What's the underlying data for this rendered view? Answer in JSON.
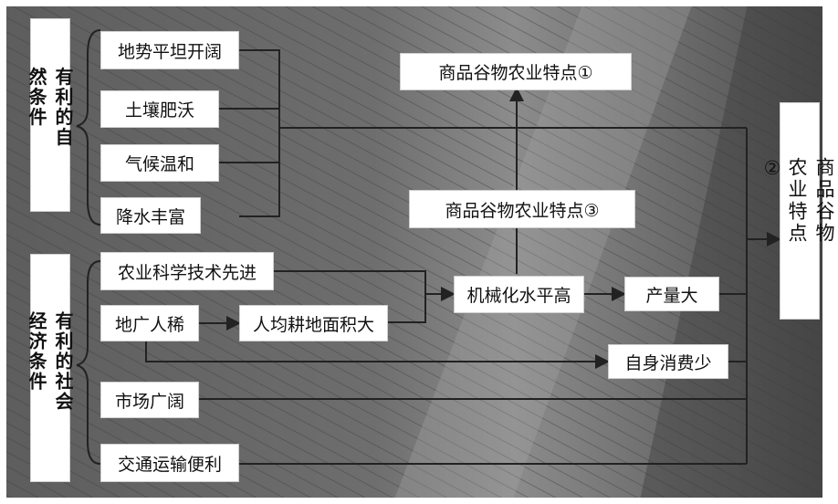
{
  "natural": {
    "title": "有利的自然条件",
    "items": [
      "地势平坦开阔",
      "土壤肥沃",
      "气候温和",
      "降水丰富"
    ]
  },
  "social": {
    "title": "有利的社会经济条件",
    "items": [
      "农业科学技术先进",
      "地广人稀",
      "市场广阔",
      "交通运输便利"
    ],
    "per_capita": "人均耕地面积大"
  },
  "center": {
    "feature1": "商品谷物农业特点①",
    "feature3": "商品谷物农业特点③",
    "mechanization": "机械化水平高",
    "output": "产量大",
    "consumption": "自身消费少"
  },
  "result": {
    "feature2": "商品谷物农业特点②"
  },
  "colors": {
    "line": "#222222",
    "field_dark": "#4a4a4a",
    "field_light": "#8a8a8a"
  }
}
